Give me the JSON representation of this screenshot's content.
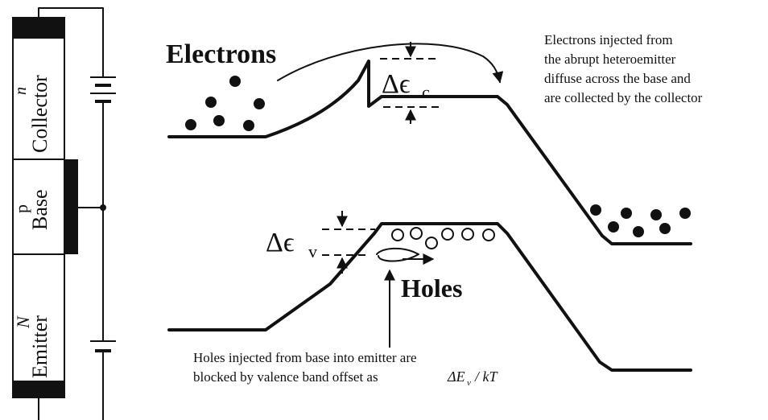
{
  "device": {
    "collector": {
      "type_letter": "n",
      "label": "Collector"
    },
    "base": {
      "type_letter": "p",
      "label": "Base"
    },
    "emitter": {
      "type_letter": "N",
      "label": "Emitter"
    }
  },
  "bands": {
    "electrons_label": "Electrons",
    "holes_label": "Holes",
    "delta_conduction_symbol": "Δϵ",
    "delta_conduction_subscript": "c",
    "delta_valence_symbol": "Δϵ",
    "delta_valence_subscript": "v"
  },
  "annotations": {
    "electron_note": [
      "Electrons injected from",
      "the abrupt heteroemitter",
      "diffuse across the base and",
      "are collected by the collector"
    ],
    "hole_note_line1": "Holes injected from base into emitter are",
    "hole_note_line2": "blocked by valence band offset as",
    "hole_note_formula_prefix": "ΔE",
    "hole_note_formula_sub": "v",
    "hole_note_formula_suffix": "/ kT"
  },
  "colors": {
    "ink": "#111111",
    "background": "#ffffff"
  }
}
